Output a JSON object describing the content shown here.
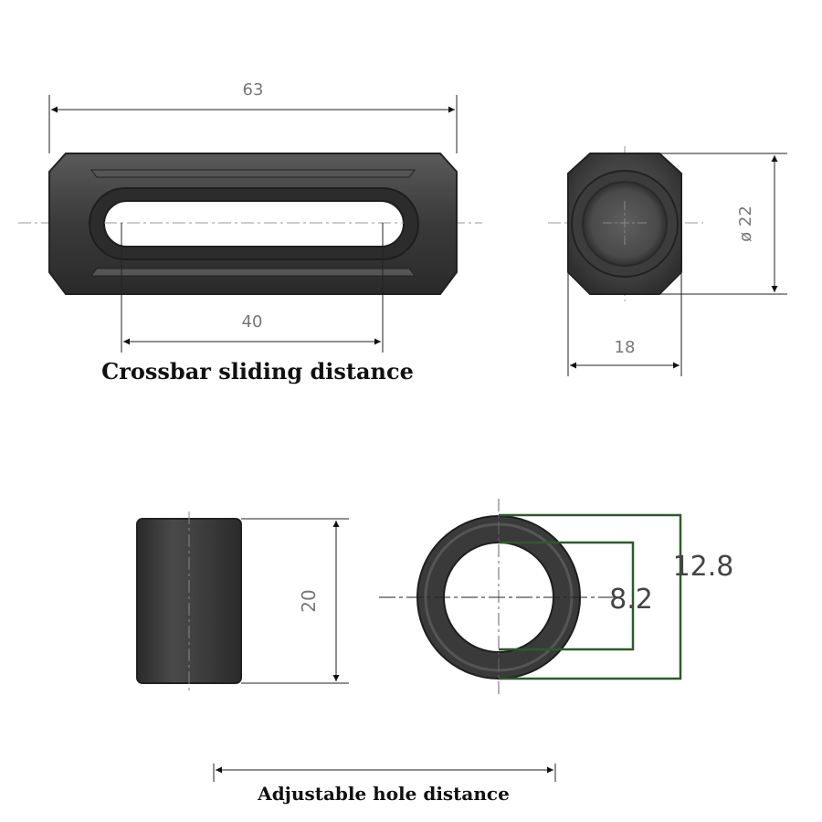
{
  "dimensions": {
    "overall_length": "63",
    "slot_length": "40",
    "end_diameter": "ø 22",
    "end_width": "18",
    "sleeve_height": "20",
    "ring_outer": "12.8",
    "ring_inner": "8.2"
  },
  "captions": {
    "crossbar": "Crossbar sliding distance",
    "hole": "Adjustable hole distance"
  },
  "colors": {
    "part_dark": "#3a3a3a",
    "dim_line": "#222222",
    "dim_text": "#777777",
    "green_bracket": "#2f5a2a"
  }
}
